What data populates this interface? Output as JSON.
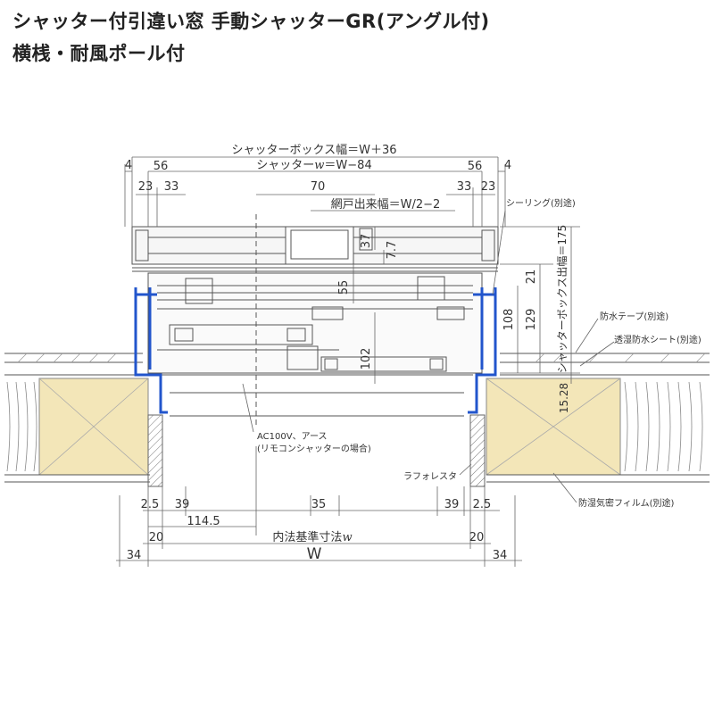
{
  "title": {
    "line1": "シャッター付引違い窓 手動シャッターGR(アングル付)",
    "line2": "横桟・耐風ポール付"
  },
  "colors": {
    "frame": "#2255cc",
    "insulation": "#f3e6b8",
    "line": "#555555",
    "hatch": "#888888"
  },
  "dimensions": {
    "box_width": "シャッターボックス幅＝W＋36",
    "shutter_width": "シャッター",
    "shutter_width_w": "w",
    "shutter_width_rest": "＝W−84",
    "screen_width": "網戸出来幅＝W/2−2",
    "box_depth": "シャッターボックス出幅＝175",
    "inner_base": "内法基準寸法",
    "inner_base_w": "w",
    "W": "W",
    "left_4": "4",
    "left_56": "56",
    "left_23": "23",
    "left_33": "33",
    "center_70": "70",
    "right_56": "56",
    "right_4": "4",
    "right_33": "33",
    "right_23": "23",
    "v_37": "37",
    "v_7_7": "7.7",
    "v_55": "55",
    "v_102": "102",
    "v_21": "21",
    "v_108": "108",
    "v_129": "129",
    "v_15_28": "15.28",
    "bot_2_5_l": "2.5",
    "bot_39_l": "39",
    "bot_35": "35",
    "bot_39_r": "39",
    "bot_2_5_r": "2.5",
    "bot_114_5": "114.5",
    "bot_20_l": "20",
    "bot_20_r": "20",
    "bot_34_l": "34",
    "bot_34_r": "34"
  },
  "labels": {
    "sealing": "シーリング(別途)",
    "waterproof_tape": "防水テープ(別途)",
    "moisture_sheet": "透湿防水シート(別途)",
    "ac_line1": "AC100V、アース",
    "ac_line2": "(リモコンシャッターの場合)",
    "lath": "ラフォレスタ",
    "vapor_film": "防湿気密フィルム(別途)"
  }
}
